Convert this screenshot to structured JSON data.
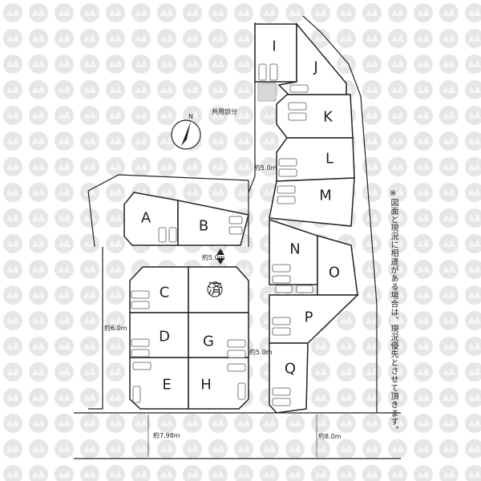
{
  "lots": [
    {
      "id": "A",
      "label": "A",
      "status": "available"
    },
    {
      "id": "B",
      "label": "B",
      "status": "highlighted",
      "color": "#8bd443"
    },
    {
      "id": "C",
      "label": "C",
      "status": "available"
    },
    {
      "id": "D",
      "label": "D",
      "status": "available"
    },
    {
      "id": "E",
      "label": "E",
      "status": "available"
    },
    {
      "id": "G",
      "label": "G",
      "status": "available"
    },
    {
      "id": "H",
      "label": "H",
      "status": "available"
    },
    {
      "id": "I",
      "label": "I",
      "status": "available"
    },
    {
      "id": "J",
      "label": "J",
      "status": "available"
    },
    {
      "id": "K",
      "label": "K",
      "status": "available"
    },
    {
      "id": "L",
      "label": "L",
      "status": "available"
    },
    {
      "id": "M",
      "label": "M",
      "status": "available"
    },
    {
      "id": "N",
      "label": "N",
      "status": "available"
    },
    {
      "id": "O",
      "label": "O",
      "status": "available"
    },
    {
      "id": "P",
      "label": "P",
      "status": "available"
    },
    {
      "id": "Q",
      "label": "Q",
      "status": "available"
    },
    {
      "id": "F",
      "label": "済",
      "status": "sold"
    }
  ],
  "labels": {
    "shared_area": "共用部分",
    "north": "N",
    "road_5m_north": "約5.0m",
    "road_5m_center": "約5.0m",
    "road_5m_south": "約5.0m",
    "road_6m": "約6.0m",
    "road_798m": "約7.98m",
    "road_8m": "約8.0m"
  },
  "note": "※図面と現況に相違がある場合は、現況優先とさせて頂きます。",
  "colors": {
    "highlight": "#8bd443",
    "watermark": "#e4e4e4"
  }
}
